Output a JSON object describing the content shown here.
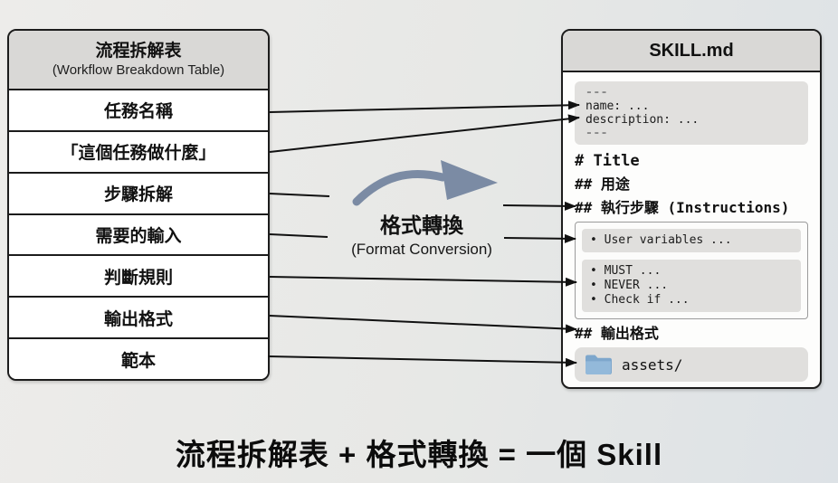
{
  "left_table": {
    "title": "流程拆解表",
    "subtitle": "(Workflow Breakdown Table)",
    "rows": [
      "任務名稱",
      "「這個任務做什麼」",
      "步驟拆解",
      "需要的輸入",
      "判斷規則",
      "輸出格式",
      "範本"
    ]
  },
  "conversion": {
    "label": "格式轉換",
    "sublabel": "(Format Conversion)"
  },
  "skill_file": {
    "title": "SKILL.md",
    "frontmatter": [
      "---",
      "name: ...",
      "description: ...",
      "---"
    ],
    "title_heading": "# Title",
    "usage_heading": "## 用途",
    "instructions_heading": "## 執行步驟 (Instructions)",
    "user_variables": "• User variables ...",
    "rules": [
      "• MUST ...",
      "• NEVER ...",
      "• Check if ..."
    ],
    "output_heading": "## 輸出格式",
    "assets_label": "assets/"
  },
  "caption": "流程拆解表 + 格式轉換 = 一個 Skill",
  "colors": {
    "background": "#e7e8e6",
    "box_border": "#1c1c1c",
    "box_header_bg": "#d9d8d6",
    "code_block_bg": "#e0dfdd",
    "connector_arrow": "#111111",
    "swoosh_arrow": "#7b8ba4",
    "folder_blue": "#85aed2"
  }
}
